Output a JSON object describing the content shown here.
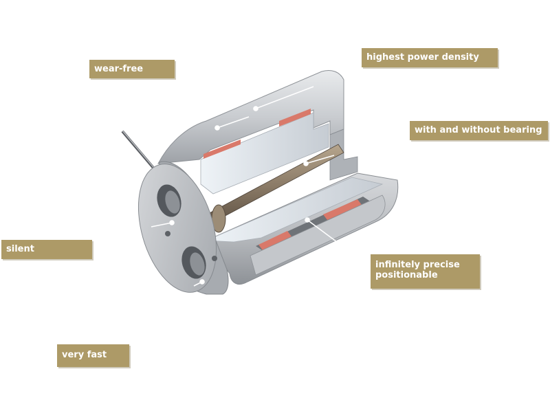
{
  "labels": {
    "wear_free": "wear-free",
    "power_density": "highest power density",
    "bearing": "with and without bearing",
    "silent": "silent",
    "precise_line1": "infinitely precise",
    "precise_line2": "positionable",
    "fast": "very fast"
  },
  "colors": {
    "label_bg": "#ad9a67",
    "label_text": "#ffffff",
    "housing": "#b9bcc0",
    "coil": "#d9796a",
    "shaft": "#8a7a66"
  }
}
